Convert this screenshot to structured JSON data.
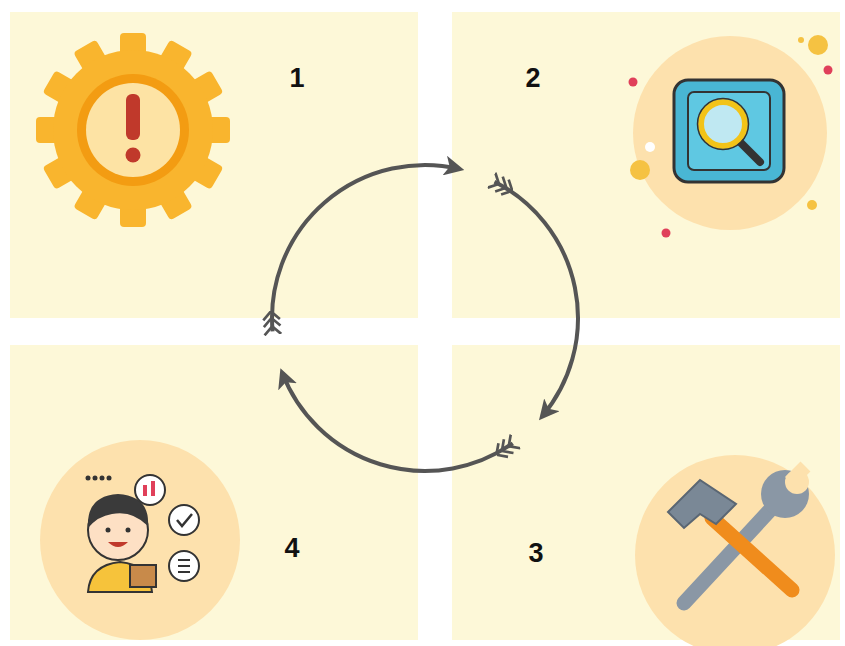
{
  "diagram": {
    "nodes": [
      {
        "text": [
          "1"
        ]
      },
      {
        "text": [
          "2"
        ]
      },
      {
        "text": [
          "4"
        ]
      },
      {
        "text": [
          "3"
        ]
      }
    ]
  }
}
